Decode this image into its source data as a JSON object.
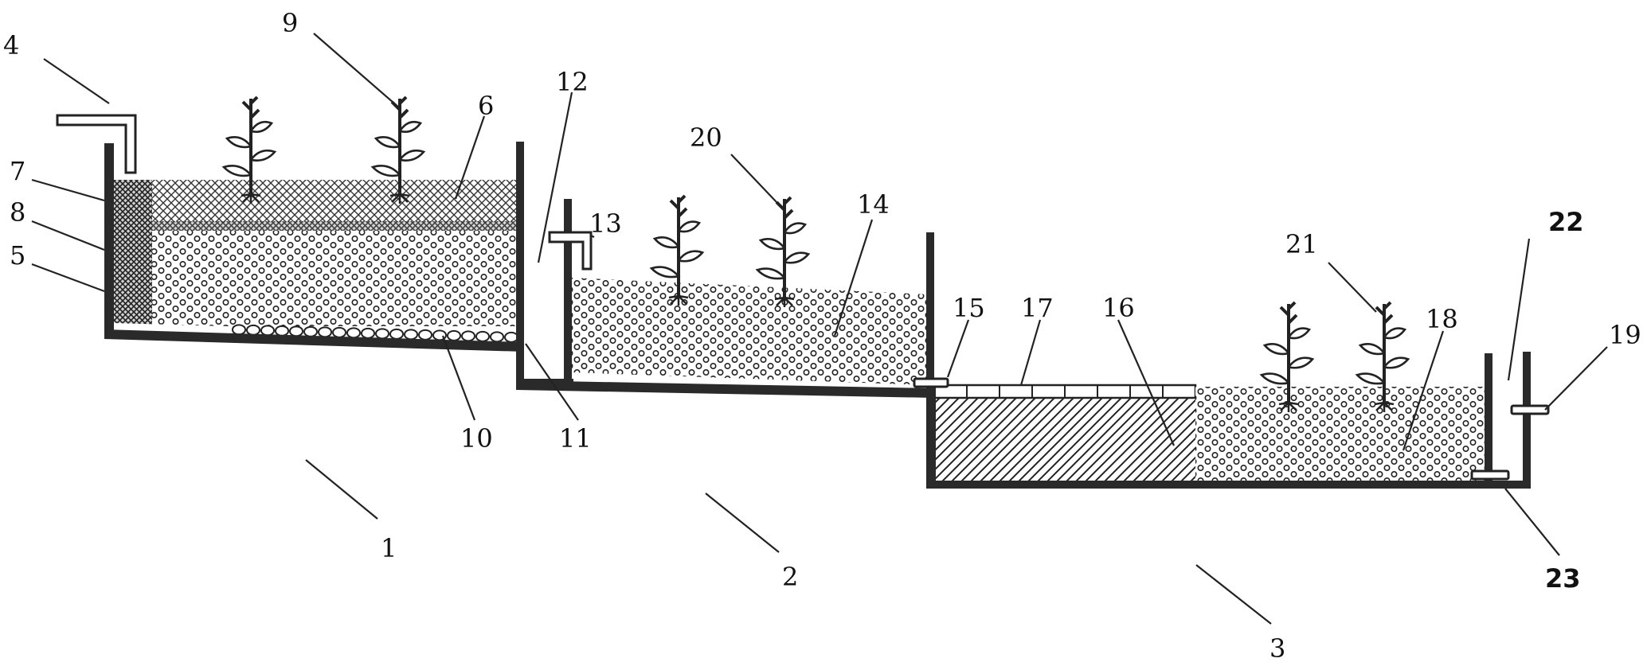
{
  "colors": {
    "line": "#222222",
    "background": "#ffffff",
    "wall": "#2a2a2a"
  },
  "labels": {
    "l1": "1",
    "l2": "2",
    "l3": "3",
    "l4": "4",
    "l5": "5",
    "l6": "6",
    "l7": "7",
    "l8": "8",
    "l9": "9",
    "l10": "10",
    "l11": "11",
    "l12": "12",
    "l13": "13",
    "l14": "14",
    "l15": "15",
    "l16": "16",
    "l17": "17",
    "l18": "18",
    "l19": "19",
    "l20": "20",
    "l21": "21",
    "l22": "22",
    "l23": "23"
  }
}
